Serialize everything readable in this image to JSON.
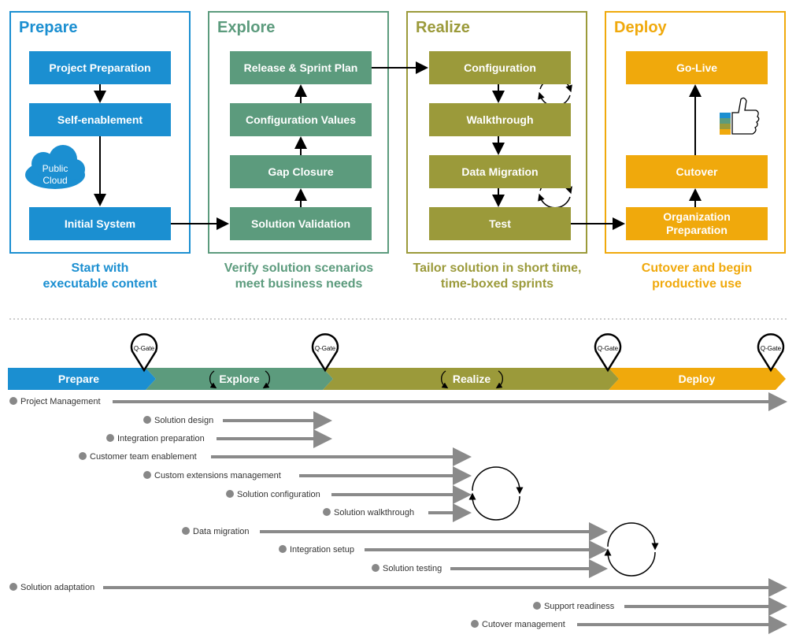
{
  "colors": {
    "prepare": "#1b8fd1",
    "explore": "#5c9b7d",
    "realize": "#9b9a3a",
    "deploy": "#f0a90c",
    "arrow_grey": "#8a8a8a"
  },
  "panels": {
    "prepare": {
      "title": "Prepare",
      "boxes": [
        "Project Preparation",
        "Self-enablement",
        "Initial System"
      ],
      "cloud": "Public Cloud",
      "caption": "Start with executable content"
    },
    "explore": {
      "title": "Explore",
      "boxes": [
        "Release & Sprint Plan",
        "Configuration Values",
        "Gap Closure",
        "Solution Validation"
      ],
      "caption": "Verify solution scenarios meet business needs"
    },
    "realize": {
      "title": "Realize",
      "boxes": [
        "Configuration",
        "Walkthrough",
        "Data Migration",
        "Test"
      ],
      "caption": "Tailor solution in short time, time-boxed sprints"
    },
    "deploy": {
      "title": "Deploy",
      "boxes": [
        "Go-Live",
        "Cutover",
        "Organization Preparation"
      ],
      "caption": "Cutover and begin productive use"
    }
  },
  "timeline": {
    "phases": [
      "Prepare",
      "Explore",
      "Realize",
      "Deploy"
    ],
    "qgate_label": "Q-Gate"
  },
  "workstreams": [
    "Project Management",
    "Solution design",
    "Integration preparation",
    "Customer team enablement",
    "Custom extensions management",
    "Solution configuration",
    "Solution walkthrough",
    "Data migration",
    "Integration setup",
    "Solution testing",
    "Solution adaptation",
    "Support readiness",
    "Cutover management"
  ]
}
